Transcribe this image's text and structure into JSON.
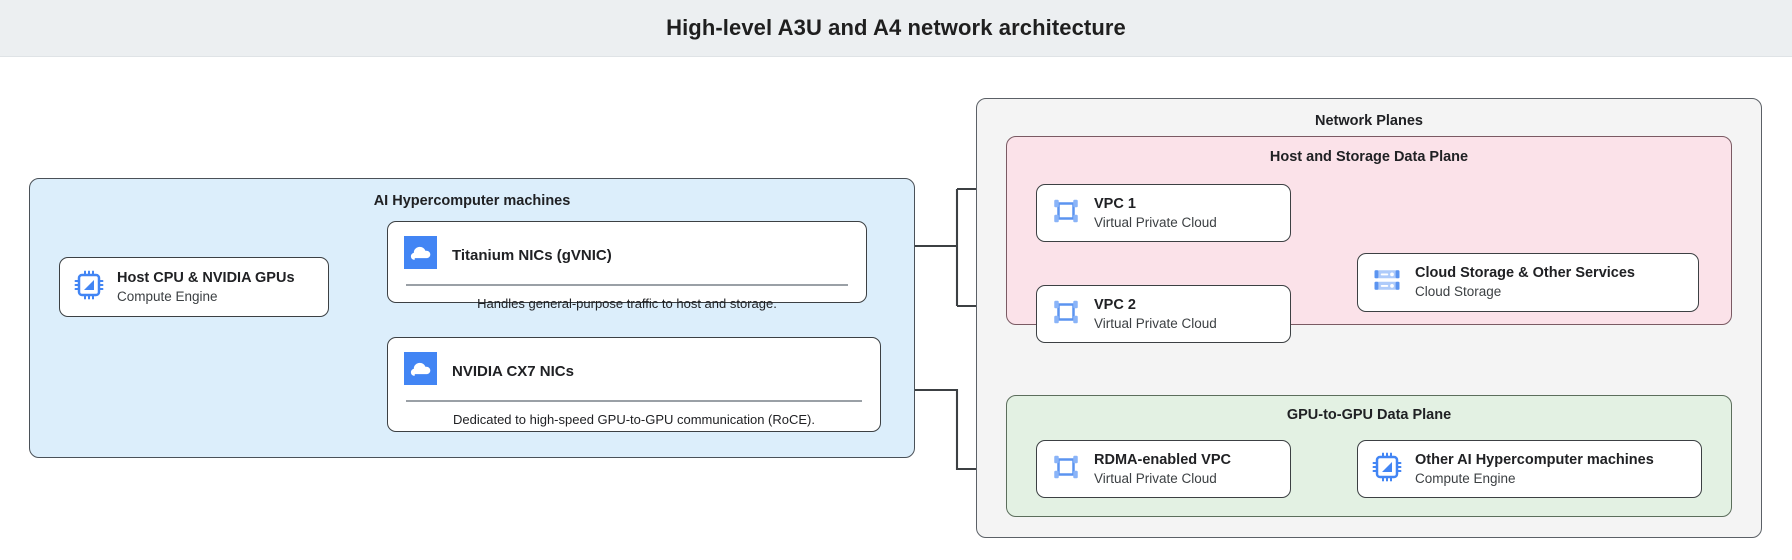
{
  "header": {
    "title": "High-level A3U and A4 network architecture"
  },
  "groups": {
    "hypercomputer": {
      "title": "AI Hypercomputer machines"
    },
    "network_planes": {
      "title": "Network Planes"
    },
    "host_storage_plane": {
      "title": "Host and Storage Data Plane"
    },
    "gpu_plane": {
      "title": "GPU-to-GPU Data Plane"
    }
  },
  "nodes": {
    "host_cpu": {
      "title": "Host CPU & NVIDIA GPUs",
      "subtitle": "Compute Engine",
      "icon": "cpu-chip-icon"
    },
    "titanium_nics": {
      "title": "Titanium NICs (gVNIC)",
      "description": "Handles general-purpose traffic to host and storage.",
      "icon": "cloud-icon"
    },
    "cx7_nics": {
      "title": "NVIDIA CX7 NICs",
      "description": "Dedicated to high-speed GPU-to-GPU communication (RoCE).",
      "icon": "cloud-icon"
    },
    "vpc1": {
      "title": "VPC 1",
      "subtitle": "Virtual Private Cloud",
      "icon": "vpc-icon"
    },
    "vpc2": {
      "title": "VPC 2",
      "subtitle": "Virtual Private Cloud",
      "icon": "vpc-icon"
    },
    "cloud_storage": {
      "title": "Cloud Storage & Other Services",
      "subtitle": "Cloud Storage",
      "icon": "cloud-storage-icon"
    },
    "rdma_vpc": {
      "title": "RDMA-enabled VPC",
      "subtitle": "Virtual Private Cloud",
      "icon": "vpc-icon"
    },
    "other_machines": {
      "title": "Other AI Hypercomputer machines",
      "subtitle": "Compute Engine",
      "icon": "cpu-chip-icon"
    }
  },
  "colors": {
    "header_bg": "#eceff1",
    "hypercomputer_bg": "#dceefb",
    "network_planes_bg": "#f4f4f4",
    "host_storage_bg": "#fbe2e9",
    "gpu_plane_bg": "#e3f1e3",
    "icon_blue": "#4285f4",
    "icon_blue_light": "#8ab4f8",
    "connector": "#3c4043"
  }
}
